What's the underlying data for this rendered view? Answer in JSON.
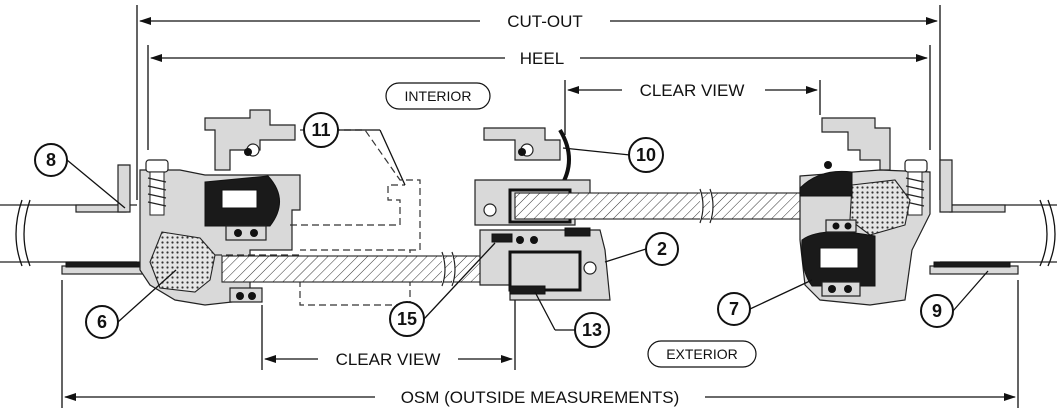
{
  "dimensions": {
    "cut_out": "CUT-OUT",
    "heel": "HEEL",
    "clear_view_top": "CLEAR VIEW",
    "clear_view_bottom": "CLEAR VIEW",
    "osm": "OSM (OUTSIDE MEASUREMENTS)"
  },
  "tags": {
    "interior": "INTERIOR",
    "exterior": "EXTERIOR"
  },
  "callouts": {
    "c8": "8",
    "c11": "11",
    "c10": "10",
    "c2": "2",
    "c6": "6",
    "c15": "15",
    "c13": "13",
    "c7": "7",
    "c9": "9"
  }
}
